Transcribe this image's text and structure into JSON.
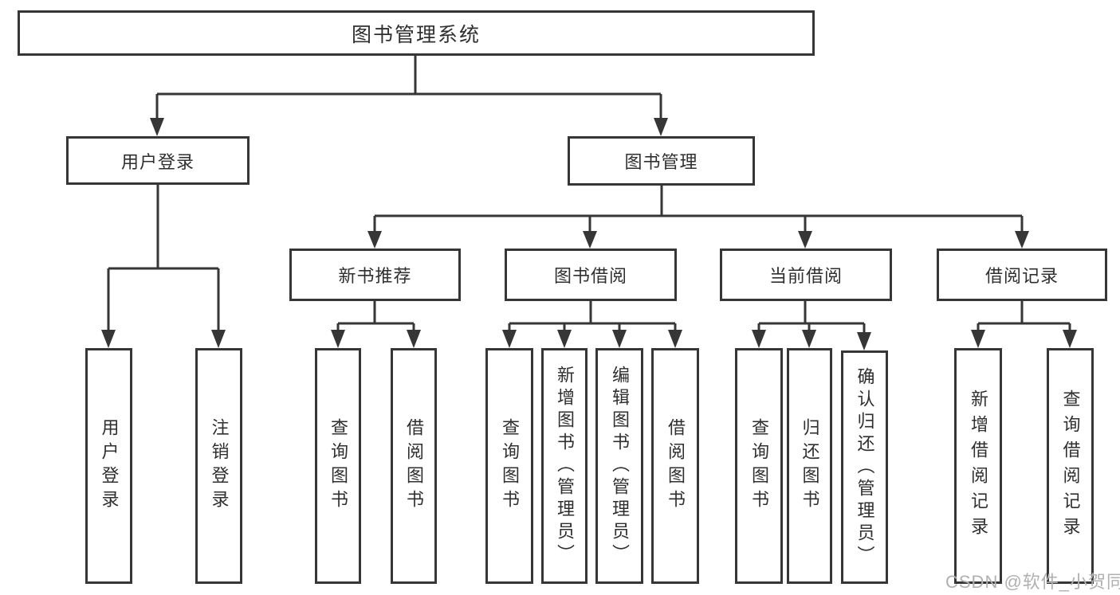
{
  "tree": {
    "root": {
      "label": "图书管理系统"
    },
    "branches": [
      {
        "label": "用户登录",
        "children": [
          "用户登录",
          "注销登录"
        ]
      },
      {
        "label": "图书管理",
        "sections": [
          {
            "label": "新书推荐",
            "children": [
              "查询图书",
              "借阅图书"
            ]
          },
          {
            "label": "图书借阅",
            "children": [
              "查询图书",
              "新增图书（管理员）",
              "编辑图书（管理员）",
              "借阅图书"
            ]
          },
          {
            "label": "当前借阅",
            "children": [
              "查询图书",
              "归还图书",
              "确认归还（管理员）"
            ]
          },
          {
            "label": "借阅记录",
            "children": [
              "新增借阅记录",
              "查询借阅记录"
            ]
          }
        ]
      }
    ]
  },
  "watermark": {
    "text": "CSDN @软件_小贺同学",
    "color": "#b0b0b0"
  },
  "colors": {
    "line": "#363636",
    "text": "#2f2f2f",
    "background": "#ffffff"
  }
}
